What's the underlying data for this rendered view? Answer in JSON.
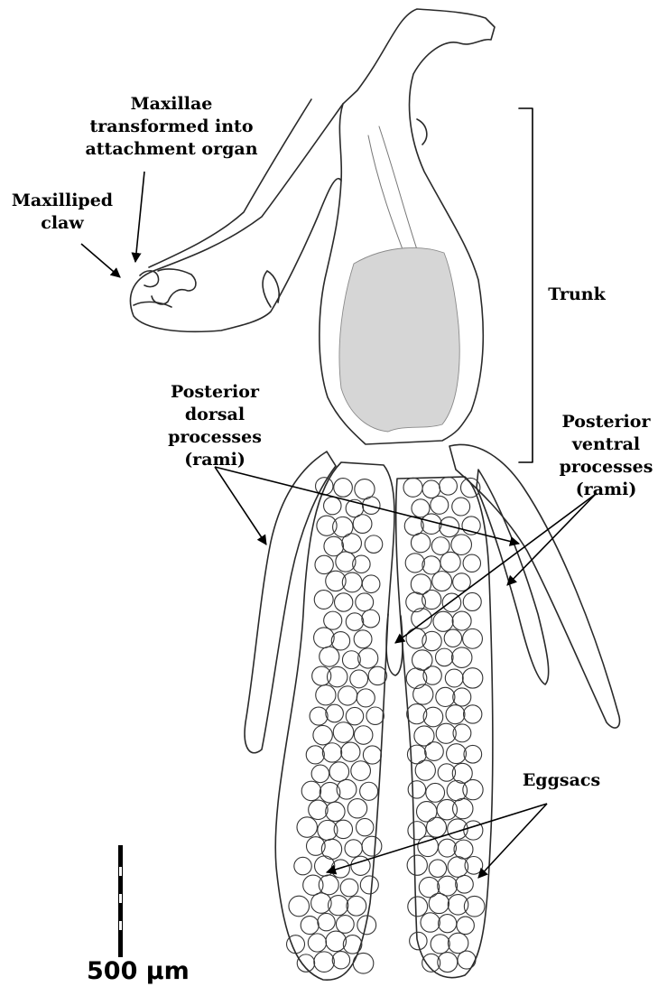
{
  "labels": {
    "maxillae": [
      "Maxillae",
      "transformed into",
      "attachment organ"
    ],
    "maxilliped_claw": [
      "Maxilliped",
      "claw"
    ],
    "trunk": "Trunk",
    "posterior_dorsal": [
      "Posterior",
      "dorsal",
      "processes",
      "(rami)"
    ],
    "posterior_ventral": [
      "Posterior",
      "ventral",
      "processes",
      "(rami)"
    ],
    "eggsacs": "Eggsacs"
  },
  "scale_bar": {
    "label": "500 µm"
  },
  "colors": {
    "line": "#2a2a2a",
    "label": "#000000",
    "background": "#ffffff",
    "shade": "#8a8a8a"
  }
}
